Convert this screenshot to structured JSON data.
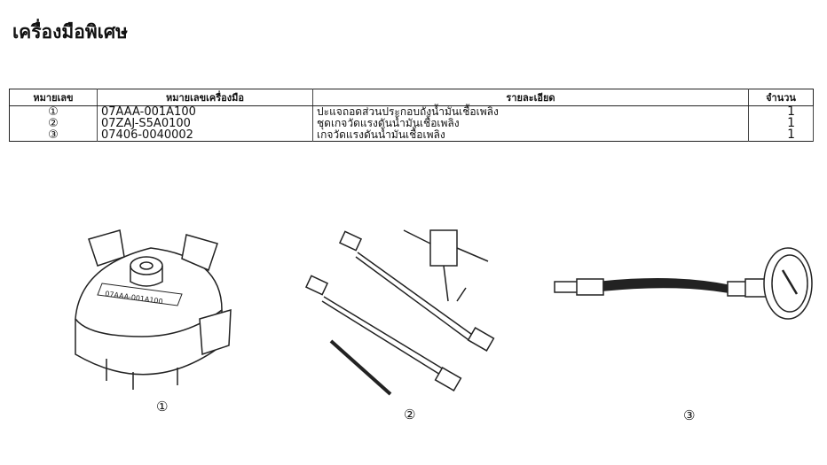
{
  "title": "เครื่องมือพิเศษ",
  "table": {
    "headers": [
      "หมายเลข",
      "หมายเลขเครื่องมือ",
      "รายละเอียด",
      "จำนวน"
    ],
    "rows": [
      {
        "no": "①",
        "tool": "07AAA-001A100",
        "desc": "ปะแจถอดส่วนประกอบถังน้ำมันเชื้อเพลิง",
        "qty": "1"
      },
      {
        "no": "②",
        "tool": "07ZAJ-S5A0100",
        "desc": "ชุดเกจวัดแรงดันน้ำมันเชื้อเพลิง",
        "qty": "1"
      },
      {
        "no": "③",
        "tool": "07406-0040002",
        "desc": "เกจวัดแรงดันน้ำมันเชื้อเพลิง",
        "qty": "1"
      }
    ]
  },
  "figures": [
    {
      "label": "①",
      "part_marking": "07AAA-001A100"
    },
    {
      "label": "②"
    },
    {
      "label": "③"
    }
  ]
}
